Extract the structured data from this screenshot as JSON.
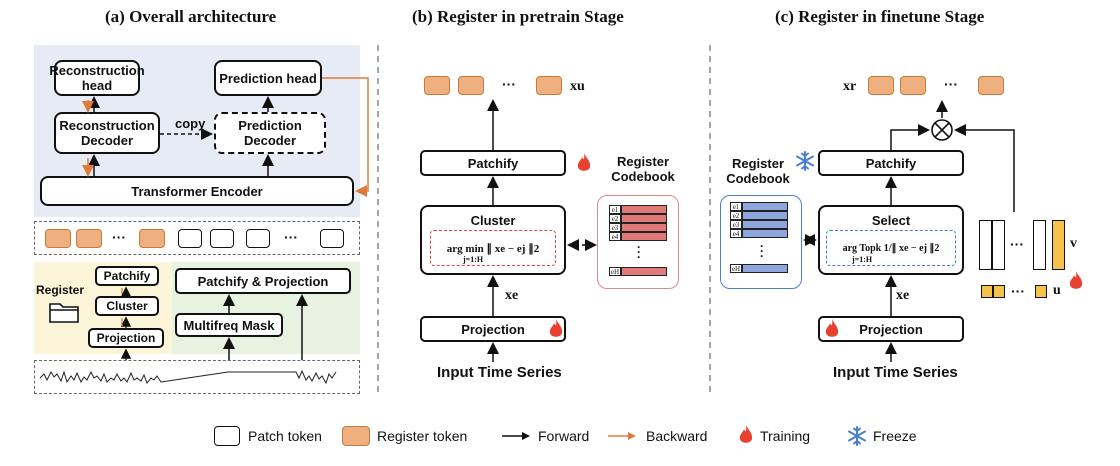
{
  "panels": {
    "a_title": "(a) Overall architecture",
    "b_title": "(b) Register in pretrain Stage",
    "c_title": "(c) Register in finetune Stage"
  },
  "panel_a": {
    "reconstruction_head": "Reconstruction head",
    "prediction_head": "Prediction head",
    "reconstruction_decoder": "Reconstruction Decoder",
    "prediction_decoder": "Prediction Decoder",
    "copy_label": "copy",
    "transformer_encoder": "Transformer Encoder",
    "register_label": "Register",
    "patchify": "Patchify",
    "cluster": "Cluster",
    "projection": "Projection",
    "patchify_projection": "Patchify & Projection",
    "multifreq_mask": "Multifreq Mask",
    "ellipsis": "···"
  },
  "panel_b": {
    "patchify": "Patchify",
    "cluster": "Cluster",
    "formula": "arg min ∥ xe − ej ∥2",
    "formula_sub": "j=1:H",
    "projection": "Projection",
    "input": "Input Time Series",
    "xe": "xe",
    "xu": "xu",
    "codebook_label": "Register Codebook",
    "codebook_keys": [
      "e1",
      "e2",
      "e3",
      "e4",
      "eH"
    ],
    "ellipsis": "···"
  },
  "panel_c": {
    "patchify": "Patchify",
    "select": "Select",
    "formula": "arg Topk 1/∥ xe − ej ∥2",
    "formula_sub": "j=1:H",
    "projection": "Projection",
    "input": "Input Time Series",
    "xe": "xe",
    "xr": "xr",
    "v": "v",
    "u": "u",
    "codebook_label": "Register Codebook",
    "codebook_keys": [
      "e1",
      "e2",
      "e3",
      "e4",
      "eH"
    ],
    "ellipsis": "···"
  },
  "legend": {
    "patch_token": "Patch token",
    "register_token": "Register token",
    "forward": "Forward",
    "backward": "Backward",
    "training": "Training",
    "freeze": "Freeze"
  },
  "colors": {
    "register_token": "#eeb07f",
    "backward_arrow": "#e07a3a",
    "codebook_red": "#e07a78",
    "codebook_blue": "#8ea6db",
    "panel_a_blue_bg": "#e6ebf5",
    "panel_a_yellow_bg": "#fbf4d8",
    "panel_a_green_bg": "#e8f2e0"
  }
}
